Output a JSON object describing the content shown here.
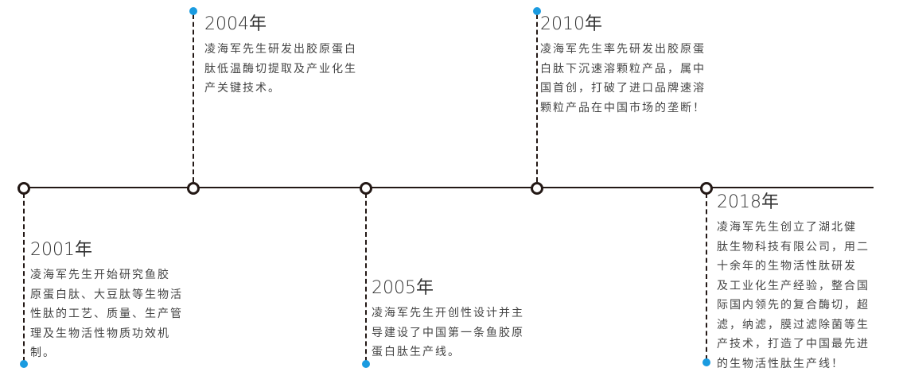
{
  "events": [
    {
      "year": "2001年",
      "lines": [
        "凌海军先生开始研究鱼胶",
        "原蛋白肽、大豆肽等生物活",
        "性肽的工艺、质量、生产管",
        "理及生物活性物质功效机",
        "制。"
      ]
    },
    {
      "year": "2004年",
      "lines": [
        "凌海军先生研发出胶原蛋白",
        "肽低温酶切提取及产业化生",
        "产关键技术。"
      ]
    },
    {
      "year": "2005年",
      "lines": [
        "凌海军先生开创性设计并主",
        "导建设了中国第一条鱼胶原",
        "蛋白肽生产线。"
      ]
    },
    {
      "year": "2010年",
      "lines": [
        "凌海军先生率先研发出胶原蛋",
        "白肽下沉速溶颗粒产品，属中",
        "国首创，打破了进口品牌速溶",
        "颗粒产品在中国市场的垄断！"
      ]
    },
    {
      "year": "2018年",
      "lines": [
        "凌海军先生创立了湖北健",
        "肽生物科技有限公司，用二",
        "十余年的生物活性肽研发",
        "及工业化生产经验，整合国",
        "际国内领先的复合酶切，超",
        "滤，纳滤，膜过滤除菌等生",
        "产技术，打造了中国最先进",
        "的生物活性肽生产线！"
      ]
    }
  ]
}
